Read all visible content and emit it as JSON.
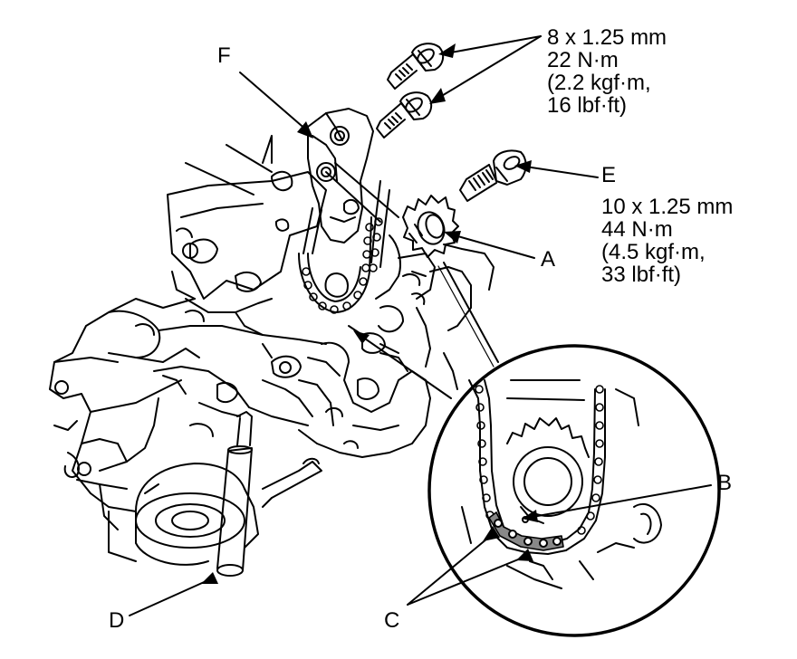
{
  "labels": {
    "A": "A",
    "B": "B",
    "C": "C",
    "D": "D",
    "E": "E",
    "F": "F"
  },
  "specs": {
    "small_bolts": [
      "8 x 1.25 mm",
      "22 N·m",
      "(2.2 kgf·m,",
      "16 lbf·ft)"
    ],
    "bolt_e": [
      "10 x 1.25 mm",
      "44 N·m",
      "(4.5 kgf·m,",
      "33 lbf·ft)"
    ]
  },
  "colors": {
    "line": "#000000",
    "background": "#ffffff"
  }
}
